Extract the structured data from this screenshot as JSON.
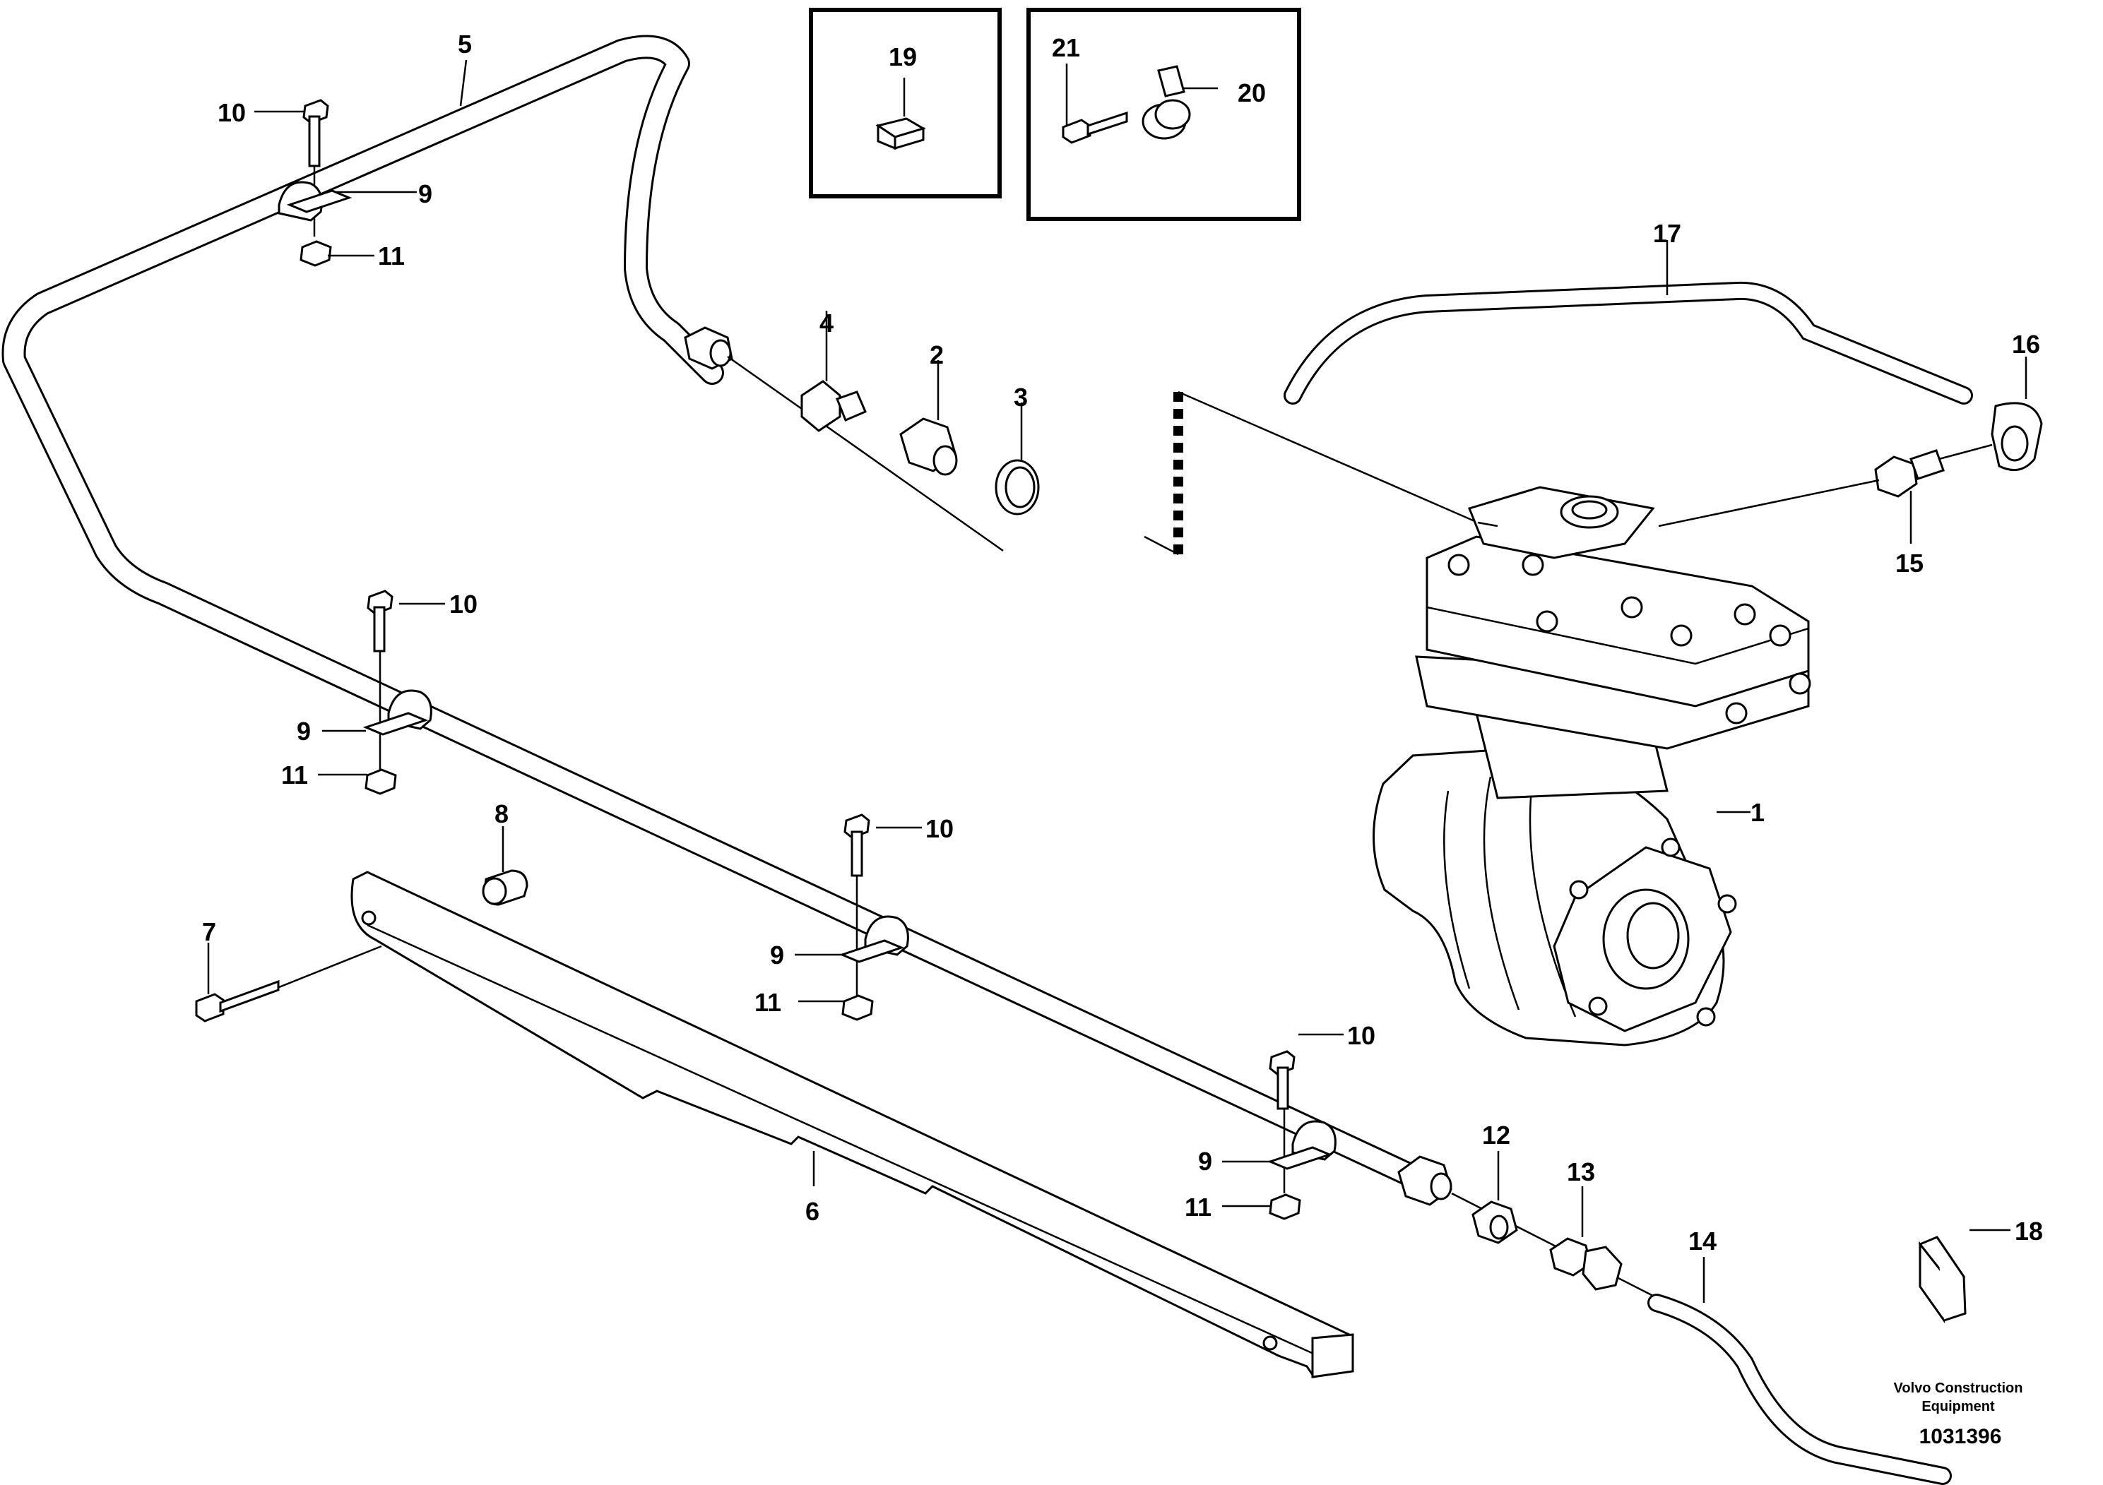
{
  "callouts": {
    "c1": "1",
    "c2": "2",
    "c3": "3",
    "c4": "4",
    "c5": "5",
    "c6": "6",
    "c7": "7",
    "c8": "8",
    "c9a": "9",
    "c9b": "9",
    "c9c": "9",
    "c9d": "9",
    "c10a": "10",
    "c10b": "10",
    "c10c": "10",
    "c10d": "10",
    "c11a": "11",
    "c11b": "11",
    "c11c": "11",
    "c11d": "11",
    "c12": "12",
    "c13": "13",
    "c14": "14",
    "c15": "15",
    "c16": "16",
    "c17": "17",
    "c18": "18",
    "c19": "19",
    "c20": "20",
    "c21": "21"
  },
  "credit": {
    "line1": "Volvo Construction",
    "line2": "Equipment",
    "number": "1031396"
  }
}
